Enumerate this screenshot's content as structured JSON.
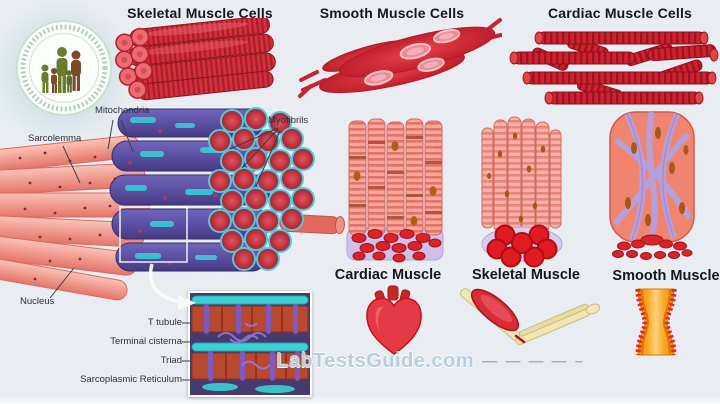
{
  "page": {
    "background": "#e9edf2",
    "watermark": {
      "text": "LabTestsGuide.com",
      "dashes": "— — — — –"
    }
  },
  "logo": {
    "name": "lab-tests-guide-family-logo"
  },
  "cell_titles": {
    "skeletal": "Skeletal Muscle Cells",
    "smooth": "Smooth Muscle Cells",
    "cardiac": "Cardiac Muscle Cells"
  },
  "fiber_labels": {
    "sarcolemma": "Sarcolemma",
    "mitochondria": "Mitochondria",
    "myofibrils": "Myofibrils",
    "nucleus": "Nucleus",
    "t_tubule": "T tubule",
    "terminal_cisterna": "Terminal cisterna",
    "triad": "Triad",
    "sarcoplasmic_reticulum": "Sarcoplasmic Reticulum"
  },
  "tissue_labels": {
    "cardiac": "Cardiac Muscle",
    "skeletal": "Skeletal Muscle",
    "smooth": "Smooth Muscle"
  },
  "colors": {
    "muscle_red": "#d2303a",
    "muscle_dark_red": "#a31b27",
    "fiber_pink": "#f2948a",
    "myofibril_blue": "#5a4fa8",
    "mitochondria_teal": "#35cfd6",
    "tissue_salmon": "#f7a195",
    "nucleus_brown": "#b5651d",
    "bone_khaki": "#f0e7b4",
    "tube_orange": "#f59e0b",
    "label_text": "#2e2e38"
  }
}
